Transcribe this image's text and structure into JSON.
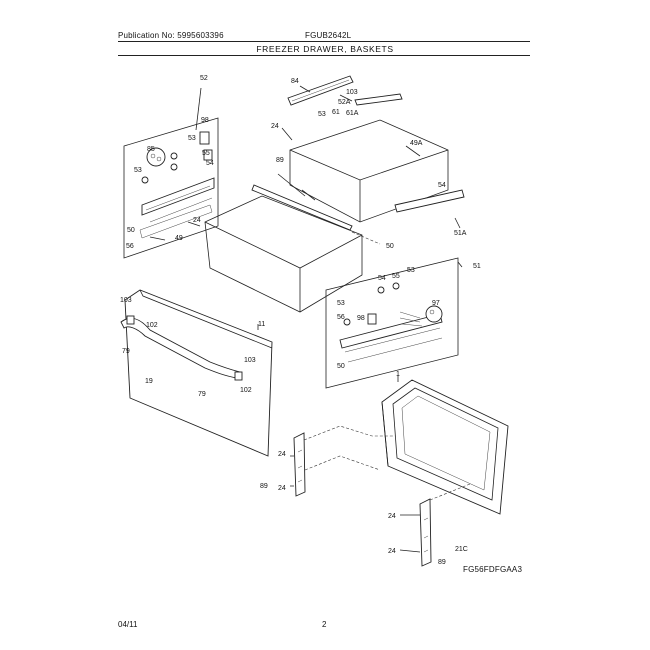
{
  "header": {
    "publication": "Publication No: 5995603396",
    "model": "FGUB2642L",
    "section_title": "FREEZER DRAWER, BASKETS"
  },
  "footer": {
    "date": "04/11",
    "page": "2",
    "figure_code": "FG56FDFGAA3"
  },
  "callouts": {
    "c52": "52",
    "c84": "84",
    "c103top": "103",
    "c52A": "52A",
    "c53a": "53",
    "c61": "61",
    "c61A": "61A",
    "c24a": "24",
    "c49A": "49A",
    "c89": "89",
    "c98a": "98",
    "c53b": "53",
    "c55a": "55",
    "c54a": "54",
    "c85": "85",
    "c53c": "53",
    "c50a": "50",
    "c56a": "56",
    "c24b": "24",
    "c49": "49",
    "c50b": "50",
    "c54b": "54",
    "c51A": "51A",
    "c51": "51",
    "c54c": "54",
    "c55b": "55",
    "c53d": "53",
    "c53e": "53",
    "c56b": "56",
    "c98b": "98",
    "c97": "97",
    "c50c": "50",
    "c103a": "103",
    "c102a": "102",
    "c11": "11",
    "c79a": "79",
    "c103b": "103",
    "c102b": "102",
    "c19": "19",
    "c79b": "79",
    "c1": "1",
    "c24c": "24",
    "c89b": "89",
    "c24d": "24",
    "c24e": "24",
    "c24f": "24",
    "c21C": "21C",
    "c89c": "89"
  },
  "colors": {
    "line": "#222222",
    "background": "#ffffff"
  }
}
